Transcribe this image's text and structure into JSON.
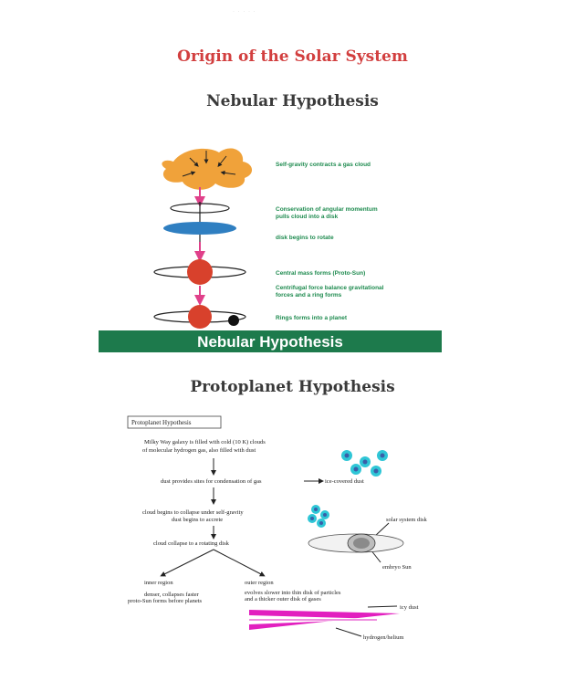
{
  "page": {
    "faint_header": "· · · · ·",
    "title": "Origin of the Solar System",
    "nebular_heading": "Nebular Hypothesis",
    "protoplanet_heading": "Protoplanet Hypothesis"
  },
  "nebular_figure": {
    "steps": [
      "Self-gravity contracts a gas cloud",
      "Conservation of angular momentum",
      "pulls cloud into a disk",
      "disk begins to rotate",
      "Central mass forms (Proto-Sun)",
      "Centrifugal force balance gravitational",
      "forces and a ring forms",
      "Rings forms into a planet"
    ],
    "banner": "Nebular Hypothesis",
    "colors": {
      "cloud": "#f0a23a",
      "disk": "#2f7fc1",
      "sun": "#d8412c",
      "arrow": "#e0408a",
      "banner": "#1d7a4c",
      "text": "#1d8a4e"
    }
  },
  "protoplanet_figure": {
    "box_title": "Protoplanet Hypothesis",
    "line1": "Milky Way galaxy is filled with cold (10 K) clouds",
    "line2": "of molecular hydrogen gas, also filled with dust",
    "dust_step": "dust provides sites for condensation of gas",
    "ice_label": "ice-covered dust",
    "collapse1": "cloud begins to collapse under self-gravity",
    "collapse2": "dust begins to accrete",
    "rotating": "cloud collapse to a rotating disk",
    "solar_disk": "solar system disk",
    "embryo": "embryo Sun",
    "inner": "inner region",
    "outer": "outer region",
    "inner_desc1": "denser, collapses faster",
    "inner_desc2": "proto-Sun forms before planets",
    "outer_desc1": "evolves slower into thin disk of particles",
    "outer_desc2": "and a thicker outer disk of gases",
    "icy_dust": "icy dust",
    "hydrogen": "hydrogen/helium",
    "colors": {
      "cyan": "#2fc6d6",
      "magenta": "#e21fbf"
    }
  }
}
